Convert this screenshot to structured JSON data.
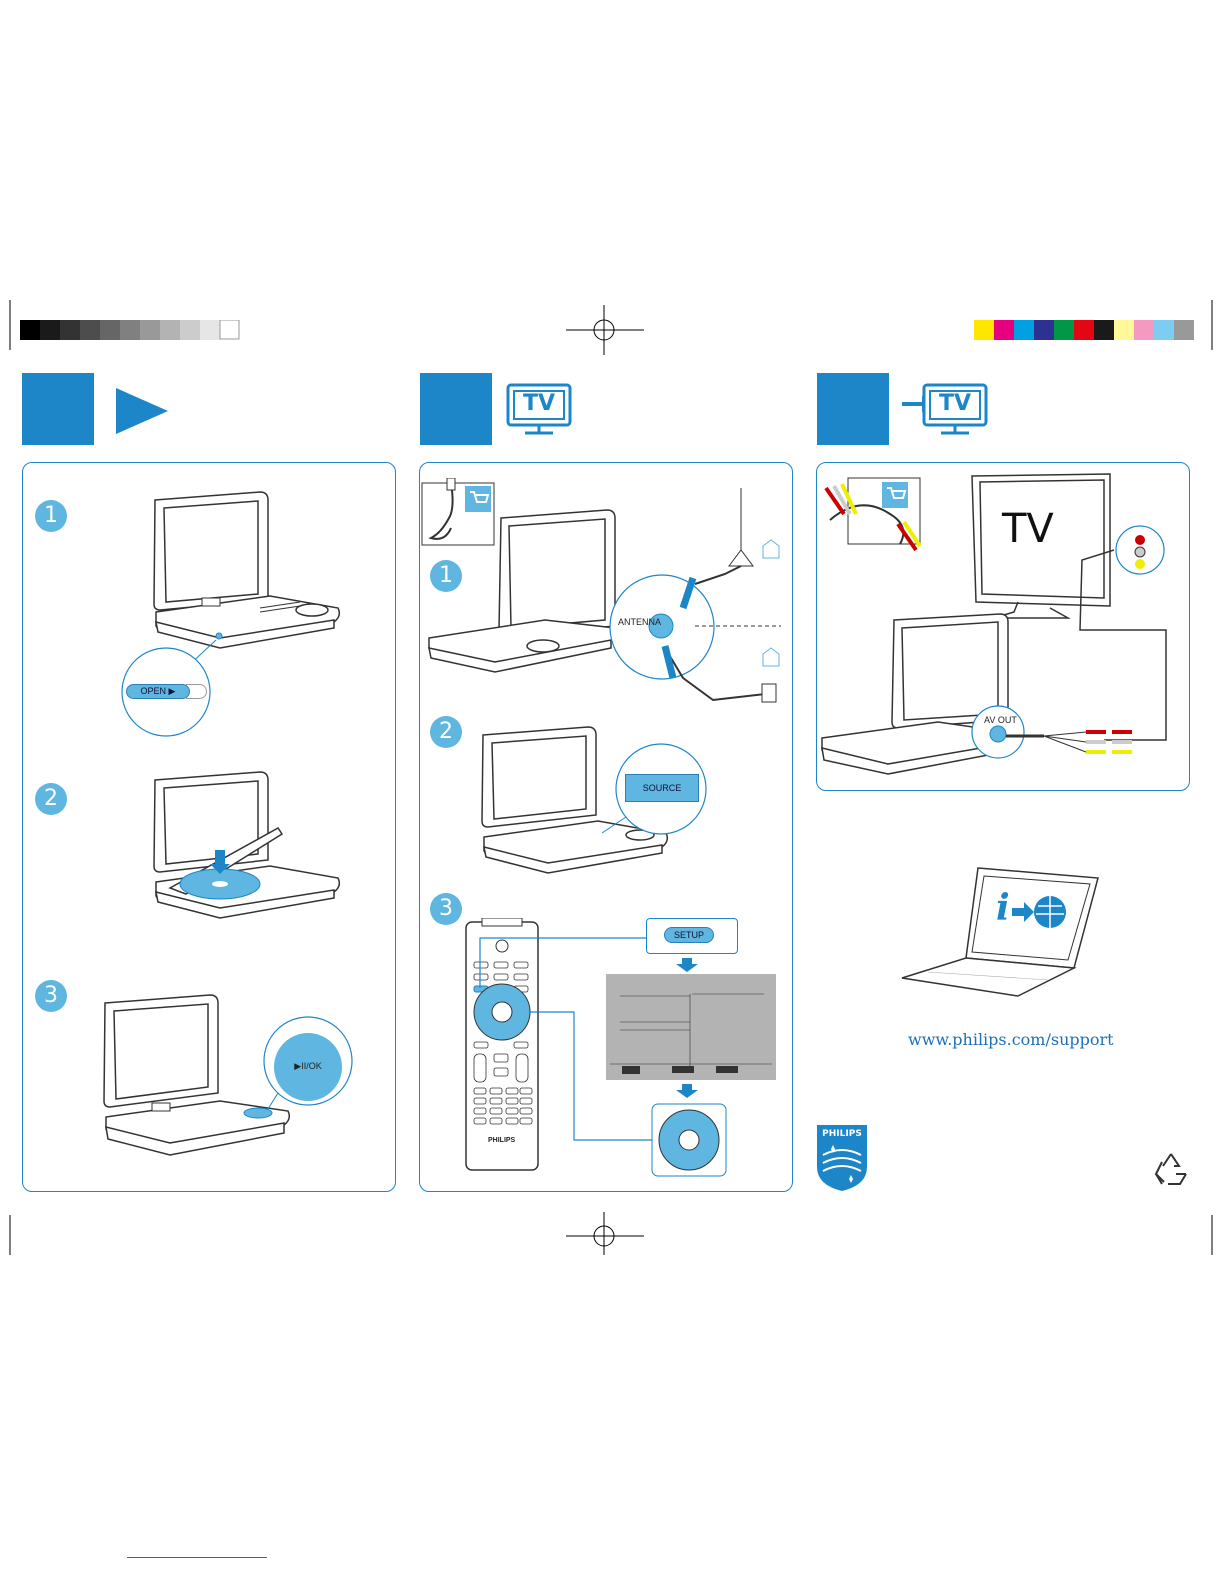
{
  "colors": {
    "accent": "#1d86c8",
    "light_accent": "#5fb6e0"
  },
  "panel1": {
    "steps": [
      "1",
      "2",
      "3"
    ],
    "open_button": "OPEN ▶",
    "play_button": "▶II/OK",
    "icon": "play-icon"
  },
  "panel2": {
    "tv_icon": "TV",
    "steps": [
      "1",
      "2",
      "3"
    ],
    "antenna_label": "ANTENNA",
    "source_button": "SOURCE",
    "setup_button": "SETUP",
    "remote_brand": "PHILIPS"
  },
  "panel3": {
    "tv_icon": "TV",
    "tv_screen": "TV",
    "av_out_label": "AV OUT"
  },
  "support": {
    "url": "www.philips.com/support"
  },
  "brand": {
    "logo": "PHILIPS"
  }
}
